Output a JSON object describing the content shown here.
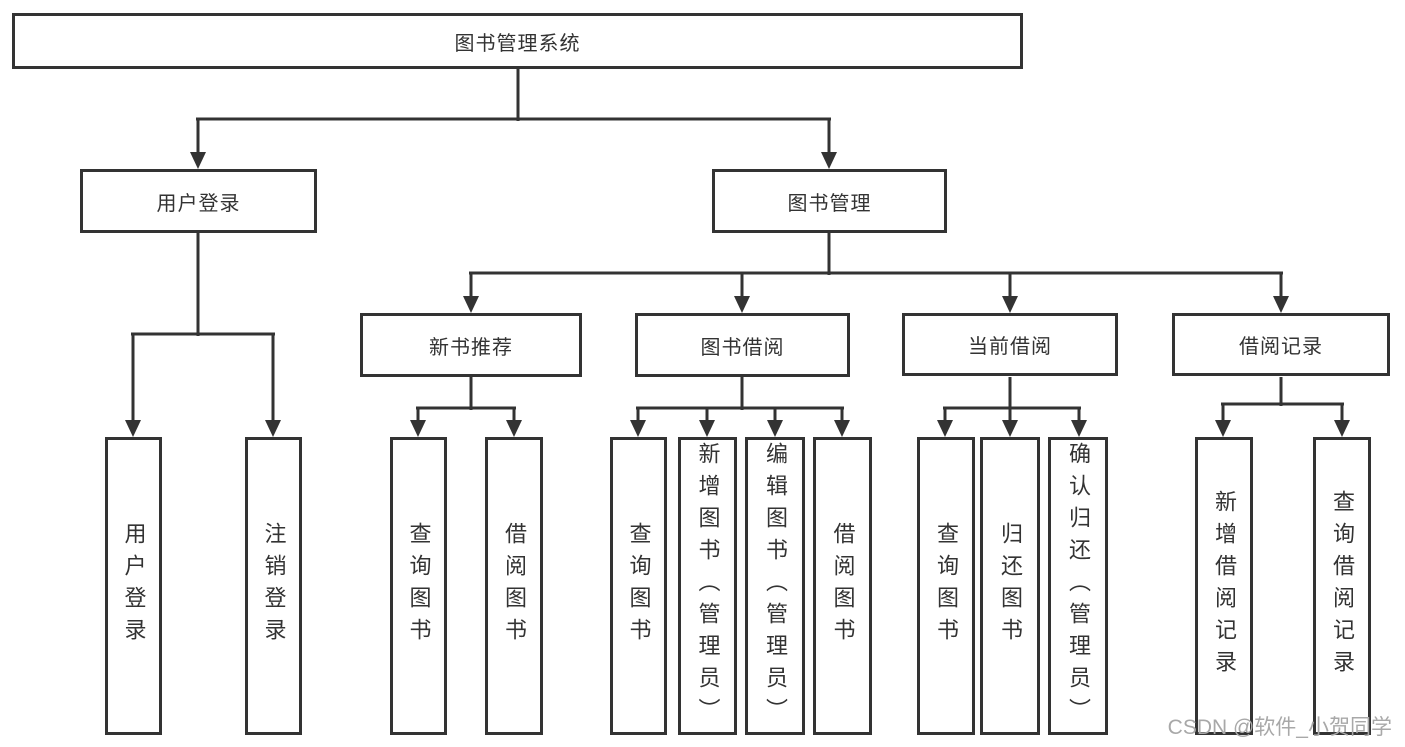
{
  "diagram": {
    "title": "图书管理系统",
    "root": {
      "label": "图书管理系统"
    },
    "branches": [
      {
        "label": "用户登录",
        "children": [
          {
            "label": "用户登录"
          },
          {
            "label": "注销登录"
          }
        ]
      },
      {
        "label": "图书管理",
        "children": [
          {
            "label": "新书推荐",
            "children": [
              {
                "label": "查询图书"
              },
              {
                "label": "借阅图书"
              }
            ]
          },
          {
            "label": "图书借阅",
            "children": [
              {
                "label": "查询图书"
              },
              {
                "label": "新增图书（管理员）"
              },
              {
                "label": "编辑图书（管理员）"
              },
              {
                "label": "借阅图书"
              }
            ]
          },
          {
            "label": "当前借阅",
            "children": [
              {
                "label": "查询图书"
              },
              {
                "label": "归还图书"
              },
              {
                "label": "确认归还（管理员）"
              }
            ]
          },
          {
            "label": "借阅记录",
            "children": [
              {
                "label": "新增借阅记录"
              },
              {
                "label": "查询借阅记录"
              }
            ]
          }
        ]
      }
    ]
  },
  "watermark": {
    "text": "CSDN @软件_小贺同学",
    "color": "#a8a8a8"
  },
  "colors": {
    "line": "#333333",
    "box_border": "#333333",
    "box_background": "#ffffff",
    "text": "#333333",
    "page_background": "#ffffff"
  }
}
